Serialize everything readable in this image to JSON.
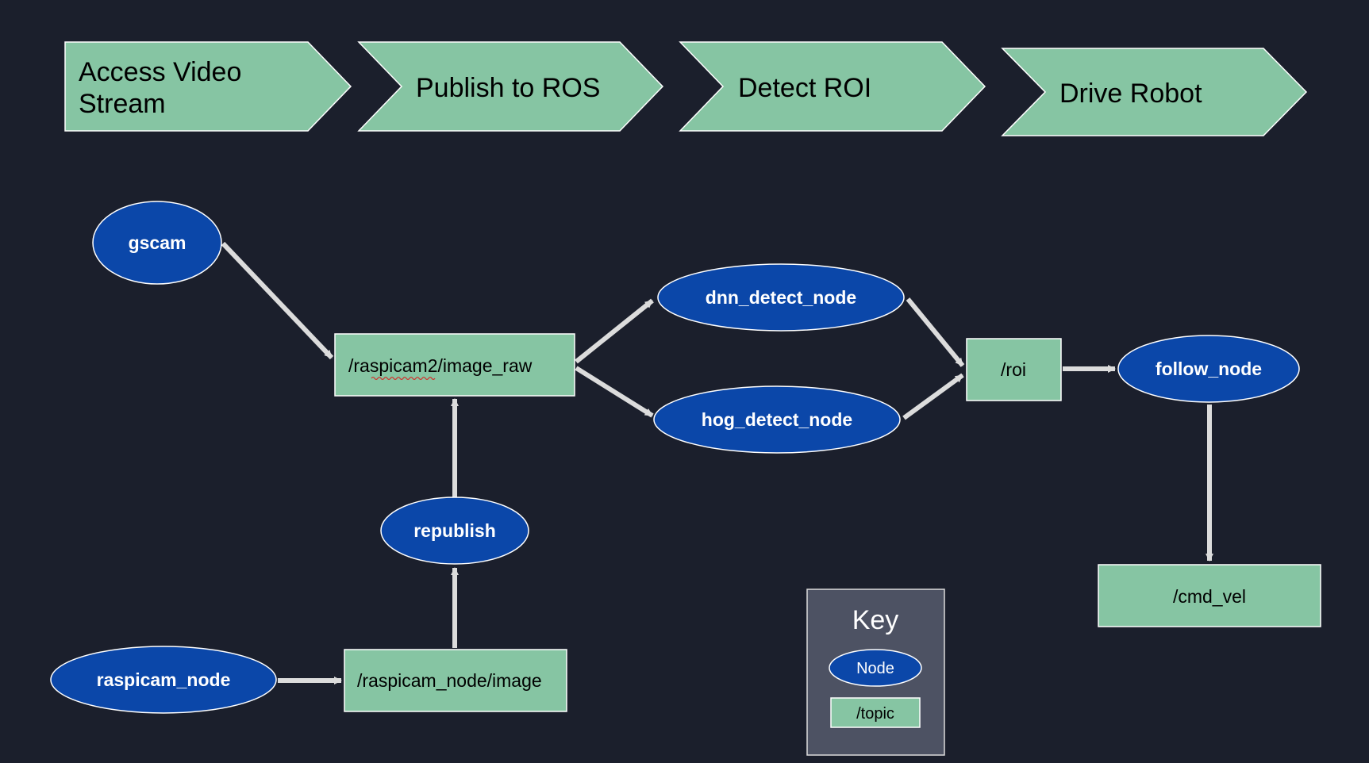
{
  "stages": [
    {
      "line1": "Access Video",
      "line2": "Stream"
    },
    {
      "label": "Publish to ROS"
    },
    {
      "label": "Detect ROI"
    },
    {
      "label": "Drive Robot"
    }
  ],
  "nodes": {
    "gscam": "gscam",
    "dnn_detect_node": "dnn_detect_node",
    "hog_detect_node": "hog_detect_node",
    "follow_node": "follow_node",
    "republish": "republish",
    "raspicam_node": "raspicam_node"
  },
  "topics": {
    "image_raw": "/raspicam2/image_raw",
    "roi": "/roi",
    "cmd_vel": "/cmd_vel",
    "raspicam_image": "/raspicam_node/image"
  },
  "key": {
    "title": "Key",
    "node_label": "Node",
    "topic_label": "/topic"
  },
  "colors": {
    "background": "#1b1f2c",
    "stage_fill": "#86c5a3",
    "node_fill": "#0b47a9",
    "topic_fill": "#86c5a3",
    "arrow": "#dcdcdc",
    "key_fill": "#4d5263"
  }
}
